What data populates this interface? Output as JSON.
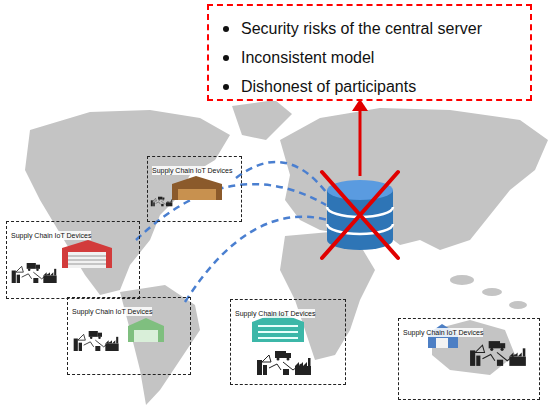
{
  "diagram": {
    "nodes": [
      {
        "text": [
          "Security risks of the central server",
          "Inconsistent model",
          "Dishonest of participants"
        ]
      },
      {
        "text": [
          "Supply Chain IoT Devices"
        ]
      },
      {
        "text": [
          "Supply Chain IoT Devices"
        ]
      },
      {
        "text": [
          "Supply Chain IoT Devices"
        ]
      },
      {
        "text": [
          "Supply Chain IoT Devices"
        ]
      },
      {
        "text": [
          "Supply Chain IoT Devices"
        ]
      }
    ]
  }
}
